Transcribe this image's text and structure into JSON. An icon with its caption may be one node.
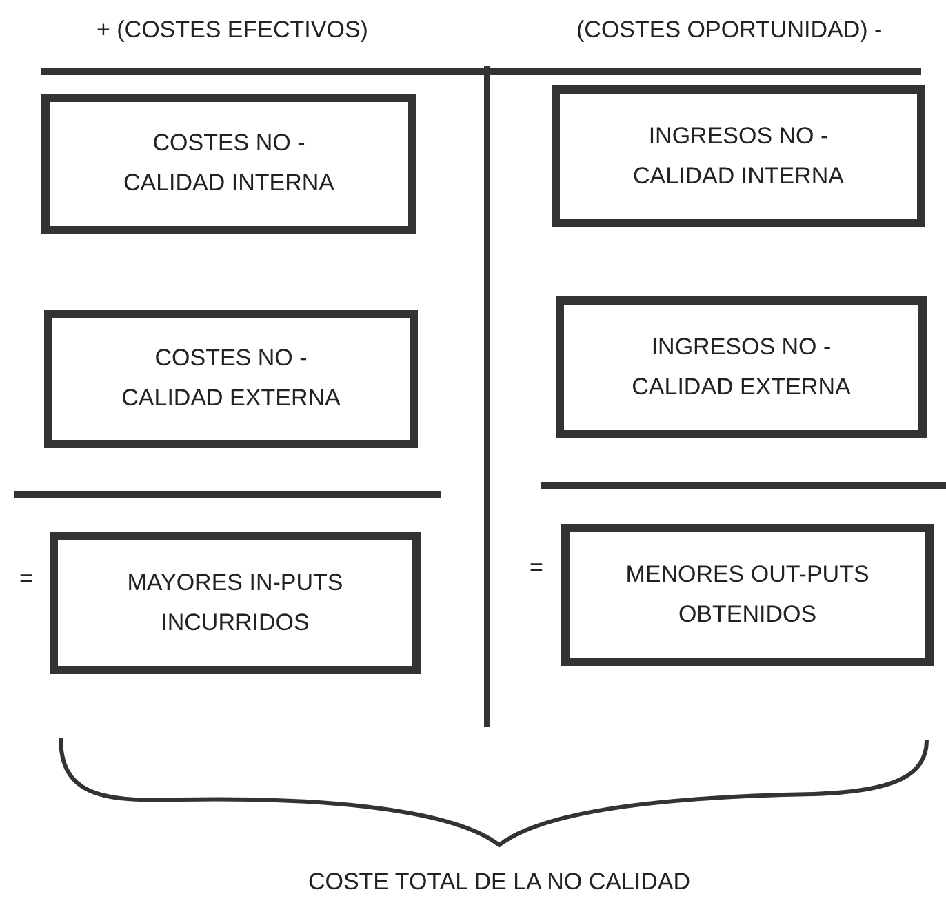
{
  "diagram": {
    "nodes": [
      {
        "text": [
          "COSTES NO - CALIDAD INTERNA"
        ]
      },
      {
        "text": [
          "INGRESOS NO - CALIDAD INTERNA"
        ]
      },
      {
        "text": [
          "COSTES NO - CALIDAD EXTERNA"
        ]
      },
      {
        "text": [
          "INGRESOS NO - CALIDAD EXTERNA"
        ]
      },
      {
        "text": [
          "MAYORES IN-PUTS INCURRIDOS"
        ]
      },
      {
        "text": [
          "MENORES OUT-PUTS OBTENIDOS"
        ]
      }
    ],
    "labels": [
      "+ (COSTES EFECTIVOS)",
      "(COSTES OPORTUNIDAD) -",
      "=",
      "=",
      "COSTE TOTAL DE LA NO CALIDAD"
    ]
  }
}
